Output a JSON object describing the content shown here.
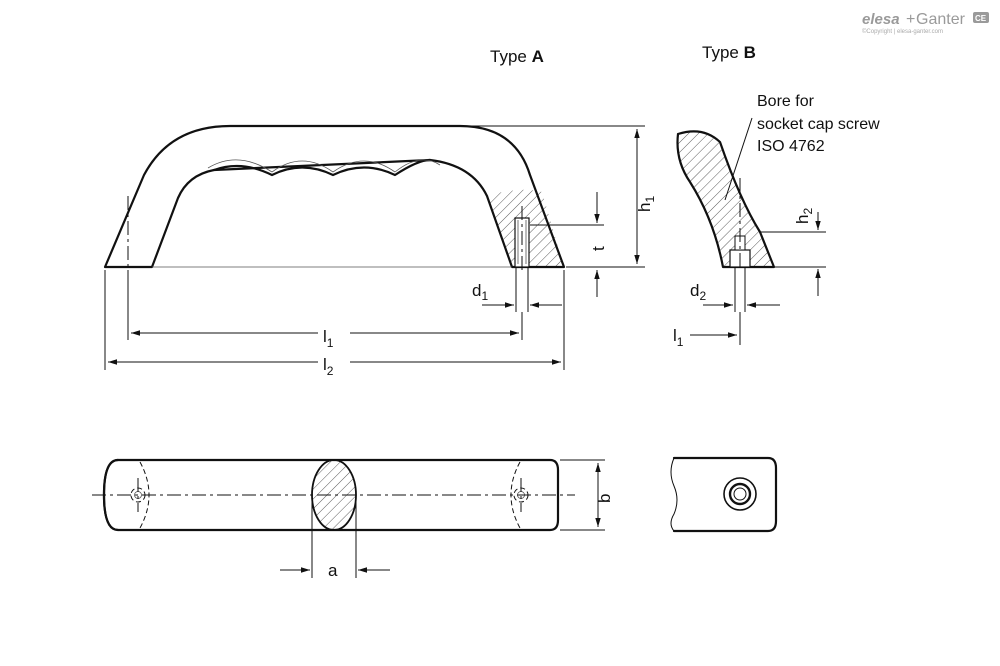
{
  "logo": {
    "brand1": "elesa",
    "plus": "+",
    "brand2": "Ganter",
    "copyright": "©Copyright | elesa-ganter.com",
    "badge": "CE"
  },
  "type_a_label": {
    "prefix": "Type ",
    "letter": "A"
  },
  "type_b_label": {
    "prefix": "Type ",
    "letter": "B"
  },
  "bore_note": [
    "Bore for",
    "socket cap screw",
    "ISO 4762"
  ],
  "dims": {
    "h": "h",
    "h1_sub": "1",
    "h2_sub": "2",
    "t": "t",
    "d": "d",
    "d1_sub": "1",
    "d2_sub": "2",
    "l": "l",
    "l1_sub": "1",
    "l2_sub": "2",
    "a": "a",
    "b": "b"
  }
}
